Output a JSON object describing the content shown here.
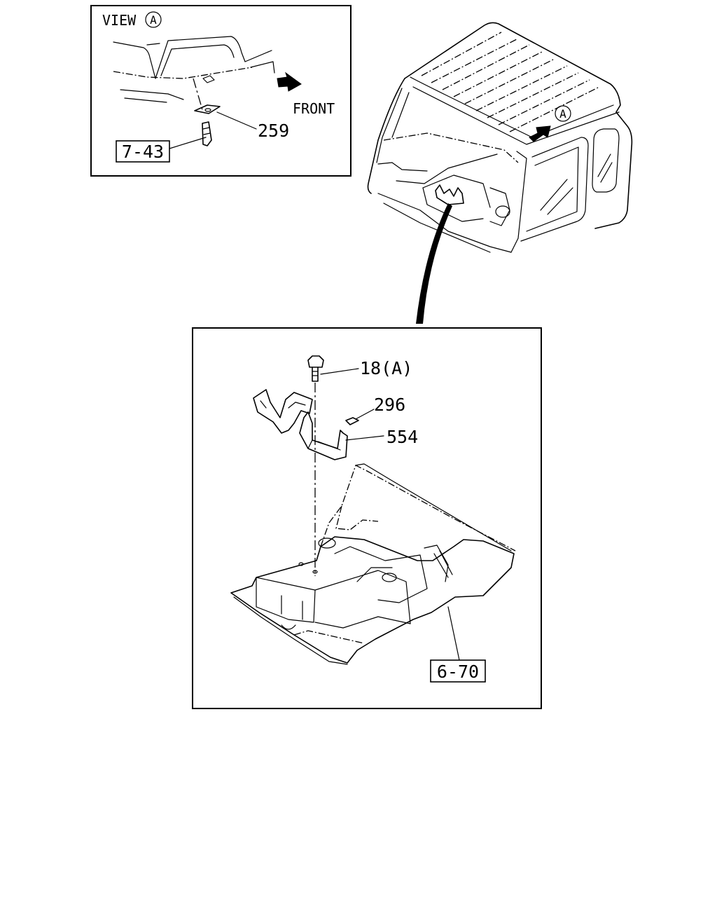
{
  "view_label": "VIEW",
  "view_marker": "A",
  "front_label": "FRONT",
  "cab_marker": "A",
  "callouts": {
    "p259": "259",
    "p18": "18(A)",
    "p296": "296",
    "p554": "554"
  },
  "refs": {
    "r743": "7-43",
    "r670": "6-70"
  },
  "colors": {
    "line": "#000000",
    "background": "#ffffff"
  }
}
